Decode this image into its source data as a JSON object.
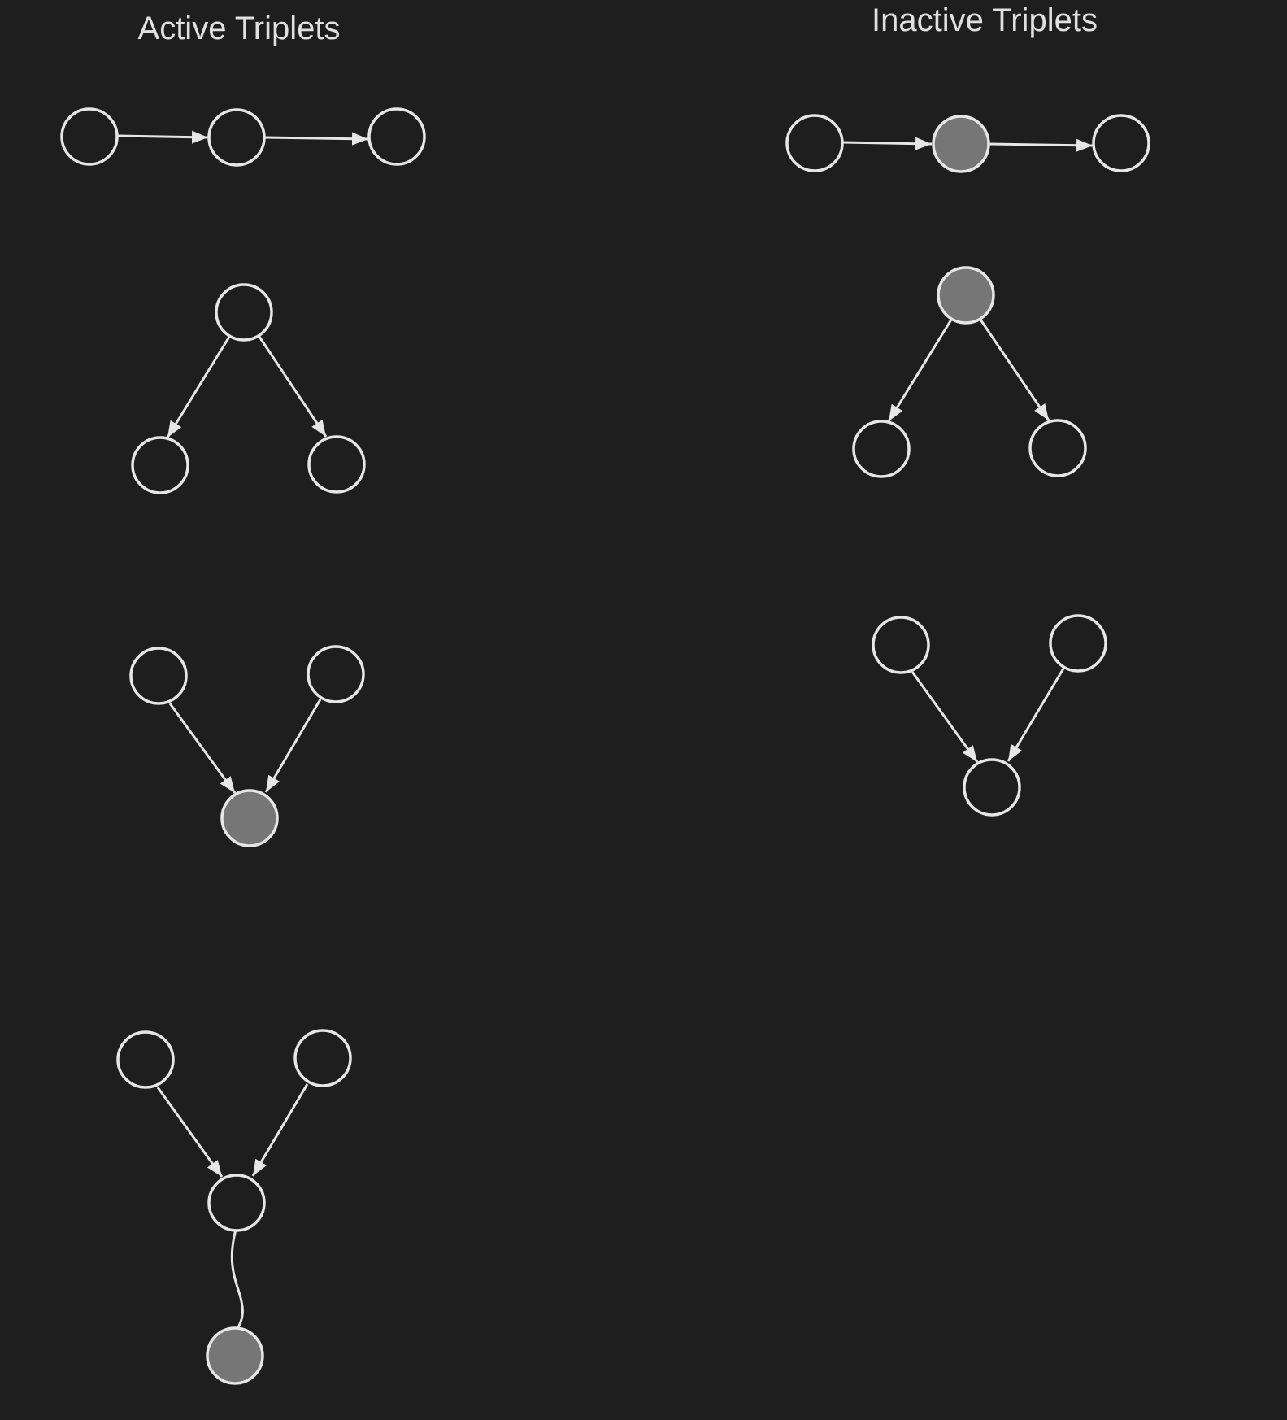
{
  "headings": {
    "active": "Active Triplets",
    "inactive": "Inactive Triplets"
  },
  "colors": {
    "background": "#1e1e1e",
    "stroke": "#e6e6e6",
    "observed_fill": "#767676",
    "text": "#e0e0e0"
  },
  "sections": {
    "active": [
      {
        "structure": "chain",
        "observed": []
      },
      {
        "structure": "common-cause",
        "observed": []
      },
      {
        "structure": "collider",
        "observed": [
          "child"
        ]
      },
      {
        "structure": "collider-with-descendant",
        "observed": [
          "descendant"
        ]
      }
    ],
    "inactive": [
      {
        "structure": "chain",
        "observed": [
          "middle"
        ]
      },
      {
        "structure": "common-cause",
        "observed": [
          "parent"
        ]
      },
      {
        "structure": "collider",
        "observed": []
      }
    ]
  }
}
